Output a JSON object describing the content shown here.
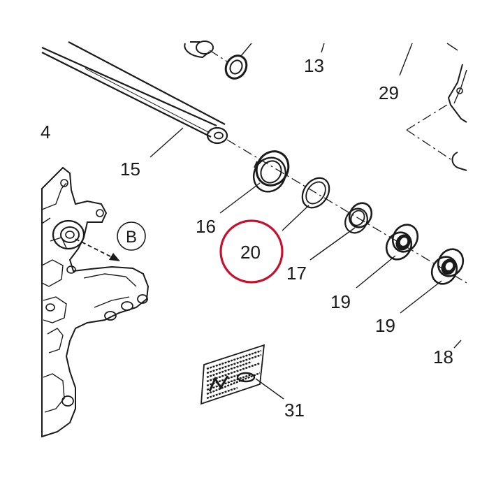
{
  "diagram": {
    "callouts": {
      "c4": "4",
      "c13": "13",
      "c15": "15",
      "c16": "16",
      "c17": "17",
      "c18": "18",
      "c19a": "19",
      "c19b": "19",
      "c20": "20",
      "c29": "29",
      "c31": "31",
      "view_b": "B"
    },
    "highlight": {
      "target": "20",
      "color": "#c8102e"
    }
  }
}
